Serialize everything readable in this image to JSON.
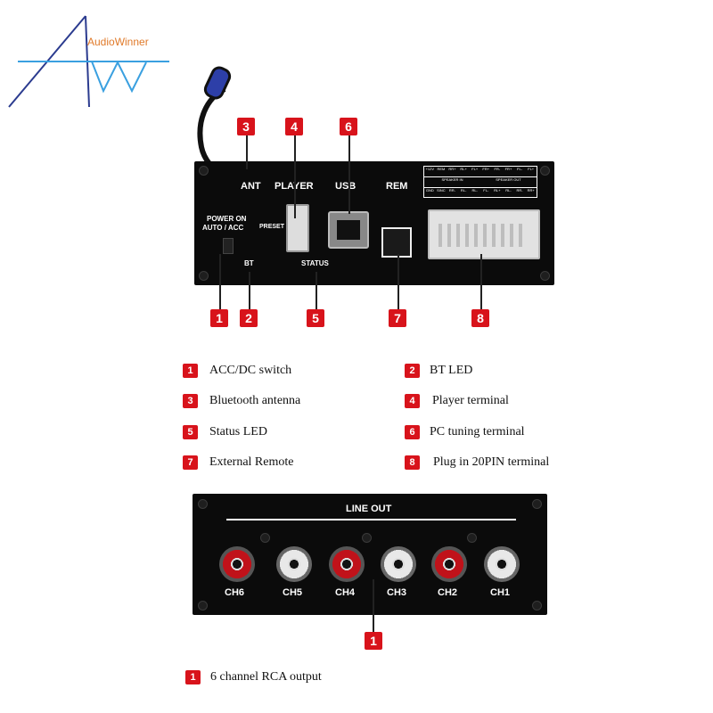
{
  "logo": {
    "brand": "AudioWinner"
  },
  "top_panel": {
    "labels": {
      "ant": "ANT",
      "player": "PLAYER",
      "usb": "USB",
      "rem": "REM",
      "power_on": "POWER ON",
      "auto_acc": "AUTO / ACC",
      "preset": "PRESET",
      "bt": "BT",
      "status": "STATUS"
    },
    "connector_grid": {
      "row1": [
        "+12V",
        "REM",
        "RR+",
        "RL+",
        "FL+",
        "FR+",
        "FR-",
        "FR+",
        "FL-",
        "FL+"
      ],
      "row2": [
        "SPEAKER IN",
        "SPEAKER OUT"
      ],
      "row3": [
        "GND",
        "SINC",
        "RR-",
        "RL-",
        "RL-",
        "FL-",
        "RL+",
        "RL-",
        "RR-",
        "RR+"
      ]
    }
  },
  "callouts": [
    "1",
    "2",
    "3",
    "4",
    "5",
    "6",
    "7",
    "8"
  ],
  "legend": [
    {
      "num": "1",
      "text": "ACC/DC switch"
    },
    {
      "num": "2",
      "text": "BT LED"
    },
    {
      "num": "3",
      "text": "Bluetooth antenna"
    },
    {
      "num": "4",
      "text": "Player terminal"
    },
    {
      "num": "5",
      "text": "Status LED"
    },
    {
      "num": "6",
      "text": "PC tuning terminal"
    },
    {
      "num": "7",
      "text": "External Remote"
    },
    {
      "num": "8",
      "text": "Plug in 20PIN terminal"
    }
  ],
  "bottom_panel": {
    "title": "LINE OUT",
    "channels": [
      "CH6",
      "CH5",
      "CH4",
      "CH3",
      "CH2",
      "CH1"
    ],
    "channel_colors": [
      "red",
      "white",
      "red",
      "white",
      "red",
      "white"
    ]
  },
  "bottom_callout": {
    "num": "1",
    "text": "6 channel RCA output"
  },
  "colors": {
    "badge": "#d8131b",
    "logo_line": "#2b3b8f",
    "logo_accent": "#3aa0e0",
    "logo_text": "#e07a2a"
  }
}
